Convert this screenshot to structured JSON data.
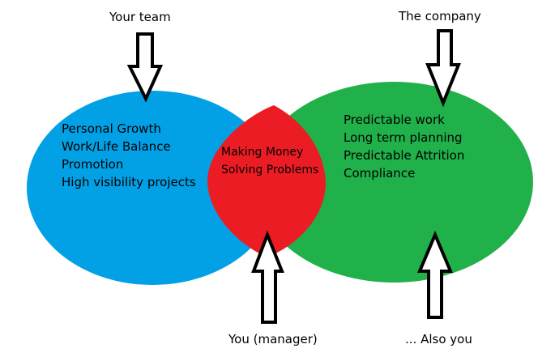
{
  "labels": {
    "team": "Your team",
    "company": "The company",
    "manager": "You (manager)",
    "also_you": "... Also you"
  },
  "team_items": [
    "Personal Growth",
    "Work/Life Balance",
    "Promotion",
    "High visibility projects"
  ],
  "company_items": [
    "Predictable work",
    "Long term planning",
    "Predictable Attrition",
    "Compliance"
  ],
  "overlap_items": [
    "Making Money",
    "Solving Problems"
  ],
  "colors": {
    "team_circle": "#02A1E6",
    "company_circle": "#20B14A",
    "overlap": "#EC1C24",
    "arrow_stroke": "#000000",
    "arrow_fill": "#ffffff"
  }
}
